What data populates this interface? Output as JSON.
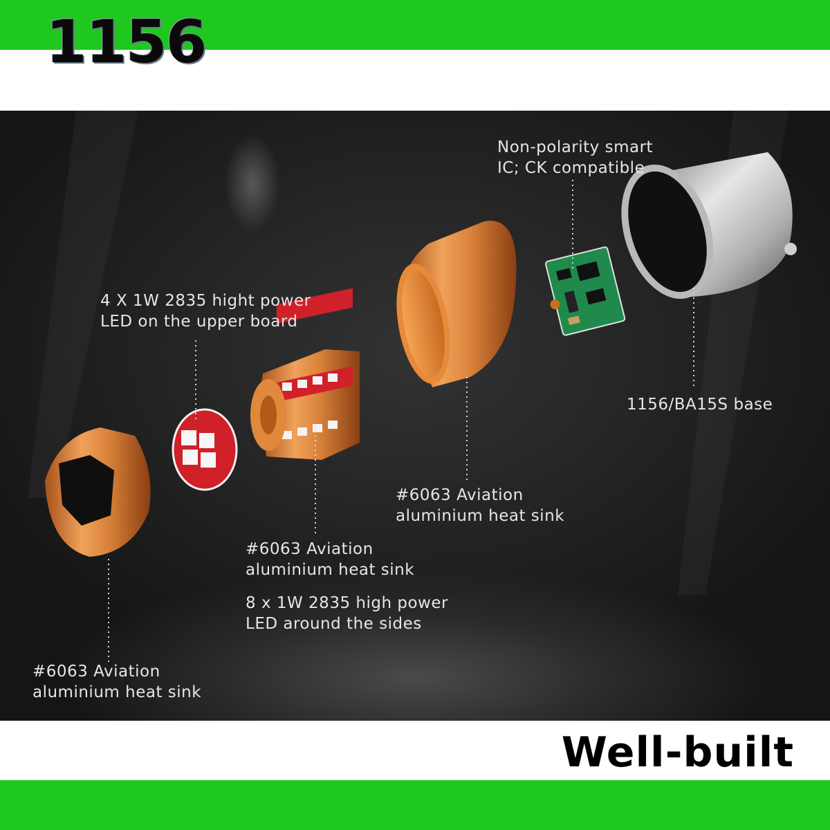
{
  "header": {
    "model": "1156"
  },
  "footer": {
    "tagline": "Well-built"
  },
  "colors": {
    "brand_green": "#1ec81e",
    "copper": "#d9823a",
    "pcb_red": "#d0202a",
    "pcb_green": "#1f8a4c"
  },
  "labels": {
    "ic": {
      "line1": "Non-polarity smart",
      "line2": "IC; CK compatible"
    },
    "upper_led": {
      "line1": "4 X 1W 2835 hight power",
      "line2": "LED on the upper board"
    },
    "base": {
      "line1": "1156/BA15S base"
    },
    "sink_right": {
      "line1": "#6063 Aviation",
      "line2": "aluminium heat sink"
    },
    "sink_middle": {
      "line1": "#6063 Aviation",
      "line2": "aluminium heat sink"
    },
    "side_led": {
      "line1": "8 x 1W 2835 high power",
      "line2": "LED around the sides"
    },
    "sink_left": {
      "line1": "#6063 Aviation",
      "line2": "aluminium heat sink"
    }
  }
}
